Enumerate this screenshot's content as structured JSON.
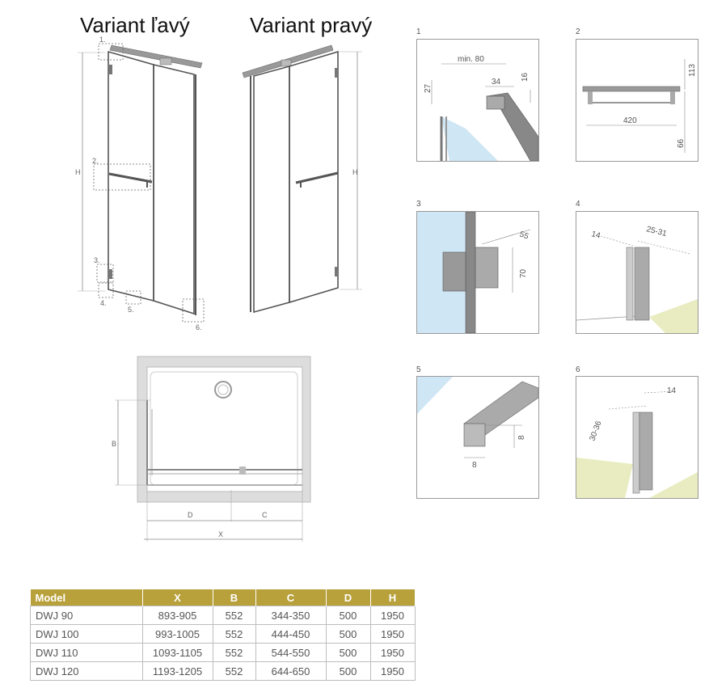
{
  "titles": {
    "left": "Variant ľavý",
    "right": "Variant pravý"
  },
  "elevation_markers": {
    "m1": "1.",
    "m2": "2.",
    "m3": "3.",
    "m4": "4.",
    "m5": "5.",
    "m6": "6.",
    "h_left": "H",
    "h_right": "H"
  },
  "plan_labels": {
    "b": "B",
    "d": "D",
    "c": "C",
    "x": "X"
  },
  "details": {
    "d1": {
      "num": "1",
      "min80": "min. 80",
      "d27": "27",
      "d34": "34",
      "d16": "16"
    },
    "d2": {
      "num": "2",
      "d113": "113",
      "d420": "420",
      "d66": "66"
    },
    "d3": {
      "num": "3",
      "d55": "55",
      "d70": "70"
    },
    "d4": {
      "num": "4",
      "d14": "14",
      "d2531": "25-31"
    },
    "d5": {
      "num": "5",
      "d8v": "8",
      "d8h": "8"
    },
    "d6": {
      "num": "6",
      "d14": "14",
      "d3036": "30-36"
    }
  },
  "table": {
    "headers": [
      "Model",
      "X",
      "B",
      "C",
      "D",
      "H"
    ],
    "rows": [
      [
        "DWJ 90",
        "893-905",
        "552",
        "344-350",
        "500",
        "1950"
      ],
      [
        "DWJ 100",
        "993-1005",
        "552",
        "444-450",
        "500",
        "1950"
      ],
      [
        "DWJ 110",
        "1093-1105",
        "552",
        "544-550",
        "500",
        "1950"
      ],
      [
        "DWJ 120",
        "1193-1205",
        "552",
        "644-650",
        "500",
        "1950"
      ]
    ]
  },
  "colors": {
    "header": "#b8a03a",
    "glass": "#cfe6f5",
    "floor": "#e8ecc0",
    "frame": "#9a9a9a"
  }
}
